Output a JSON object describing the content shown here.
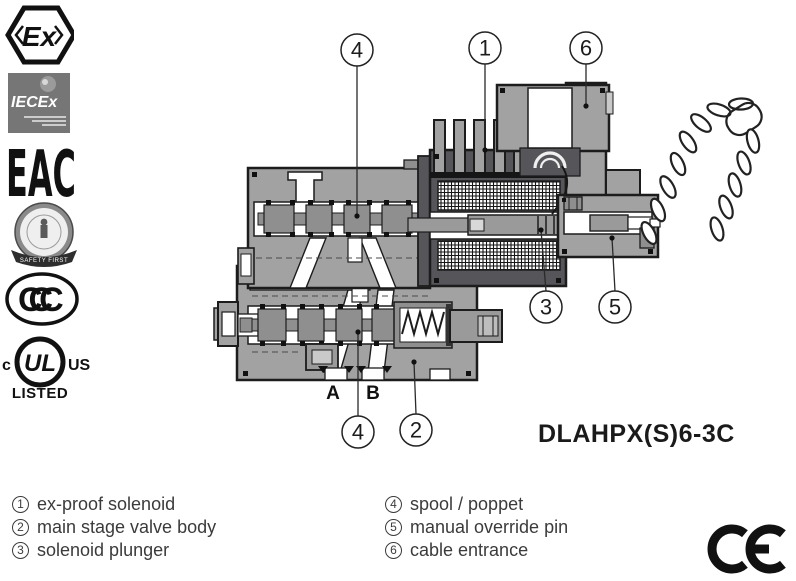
{
  "certifications": {
    "atex": {
      "label": "Ex"
    },
    "iecex": {
      "label": "IECEx"
    },
    "eac": {
      "label": "EAC"
    },
    "seal": {
      "ribbon": "SAFETY FIRST"
    },
    "ccc": {
      "label": "CCC"
    },
    "ul": {
      "prefix": "c",
      "label": "UL",
      "suffix": "US",
      "listed": "LISTED"
    }
  },
  "diagram": {
    "model": "DLAHPX(S)6-3C",
    "ports": {
      "a": "A",
      "b": "B"
    },
    "callouts": [
      {
        "num": "4"
      },
      {
        "num": "1"
      },
      {
        "num": "6"
      },
      {
        "num": "3"
      },
      {
        "num": "5"
      },
      {
        "num": "4"
      },
      {
        "num": "2"
      }
    ]
  },
  "legend": {
    "items_left": [
      {
        "num": "1",
        "label": "ex-proof solenoid"
      },
      {
        "num": "2",
        "label": "main stage valve body"
      },
      {
        "num": "3",
        "label": "solenoid plunger"
      }
    ],
    "items_right": [
      {
        "num": "4",
        "label": "spool / poppet"
      },
      {
        "num": "5",
        "label": "manual override pin"
      },
      {
        "num": "6",
        "label": "cable entrance"
      }
    ]
  },
  "ce": {
    "label": "CE"
  },
  "colors": {
    "body_gray": "#a2a2a2",
    "mid_gray": "#8f8f8f",
    "interior_dark": "#55555a",
    "outline": "#1c1c1c"
  }
}
